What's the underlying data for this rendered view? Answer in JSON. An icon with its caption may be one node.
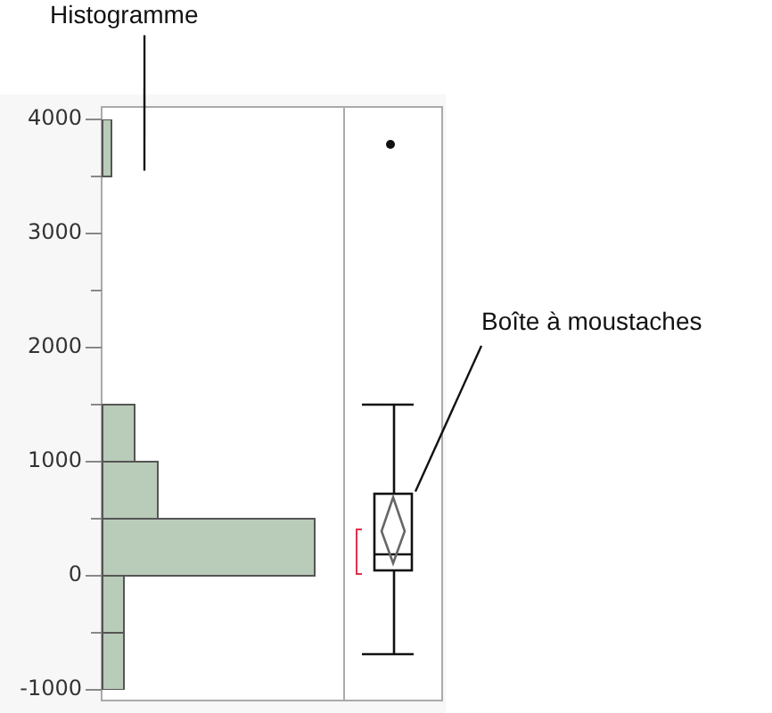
{
  "diagram": {
    "nodes": [
      {
        "text": [
          "Histogramme"
        ]
      },
      {
        "text": [],
        "shape": "bar"
      },
      {
        "text": [
          "Boîte à moustaches"
        ]
      },
      {
        "text": [],
        "shape": "box"
      }
    ],
    "edges": [
      {
        "from": 0,
        "to": 1,
        "arrow": "none"
      },
      {
        "from": 2,
        "to": 3,
        "arrow": "none"
      }
    ],
    "labels": [
      "4000",
      "3000",
      "2000",
      "1000",
      "0",
      "-1000"
    ]
  }
}
